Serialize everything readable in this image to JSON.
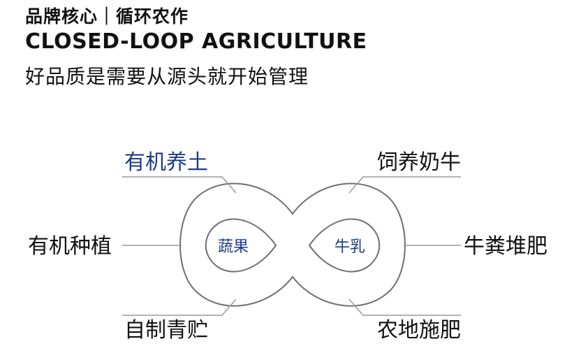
{
  "header": {
    "title_cn": "品牌核心｜循环农作",
    "title_en": "CLOSED-LOOP AGRICULTURE",
    "subtitle": "好品质是需要从源头就开始管理"
  },
  "diagram": {
    "left_loop_label": "蔬果",
    "right_loop_label": "牛乳",
    "nodes": {
      "top_left": "有机养土",
      "mid_left": "有机种植",
      "bottom_left": "自制青贮",
      "top_right": "饲养奶牛",
      "mid_right": "牛粪堆肥",
      "bottom_right": "农地施肥"
    },
    "colors": {
      "accent": "#1d3b8c",
      "text": "#111111",
      "line": "#6f6f6f"
    }
  }
}
